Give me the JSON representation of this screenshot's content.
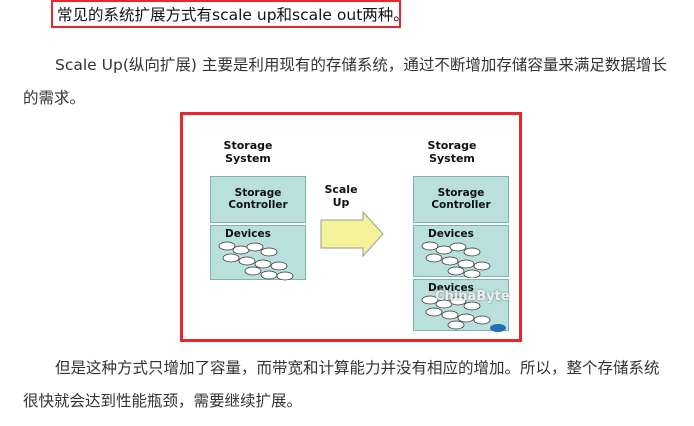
{
  "intro": {
    "highlighted_text": "常见的系统扩展方式有scale up和scale out两种。"
  },
  "paragraph1": {
    "line1": "Scale Up(纵向扩展) 主要是利用现有的存储系统，通过不断增加存储容量来满足数据增长",
    "line2": "的需求。"
  },
  "figure": {
    "left_system_title_line1": "Storage",
    "left_system_title_line2": "System",
    "left_controller_line1": "Storage",
    "left_controller_line2": "Controller",
    "left_devices_label": "Devices",
    "arrow_label_line1": "Scale",
    "arrow_label_line2": "Up",
    "right_system_title_line1": "Storage",
    "right_system_title_line2": "System",
    "right_controller_line1": "Storage",
    "right_controller_line2": "Controller",
    "right_devices_label_1": "Devices",
    "right_devices_label_2": "Devices",
    "watermark": "ChinaByte",
    "colors": {
      "frame": "#e8262b",
      "panel": "#b9e0dc",
      "arrow_fill": "#f5f39a"
    }
  },
  "paragraph2": {
    "line1": "但是这种方式只增加了容量，而带宽和计算能力并没有相应的增加。所以，整个存储系统",
    "line2": "很快就会达到性能瓶颈，需要继续扩展。"
  }
}
